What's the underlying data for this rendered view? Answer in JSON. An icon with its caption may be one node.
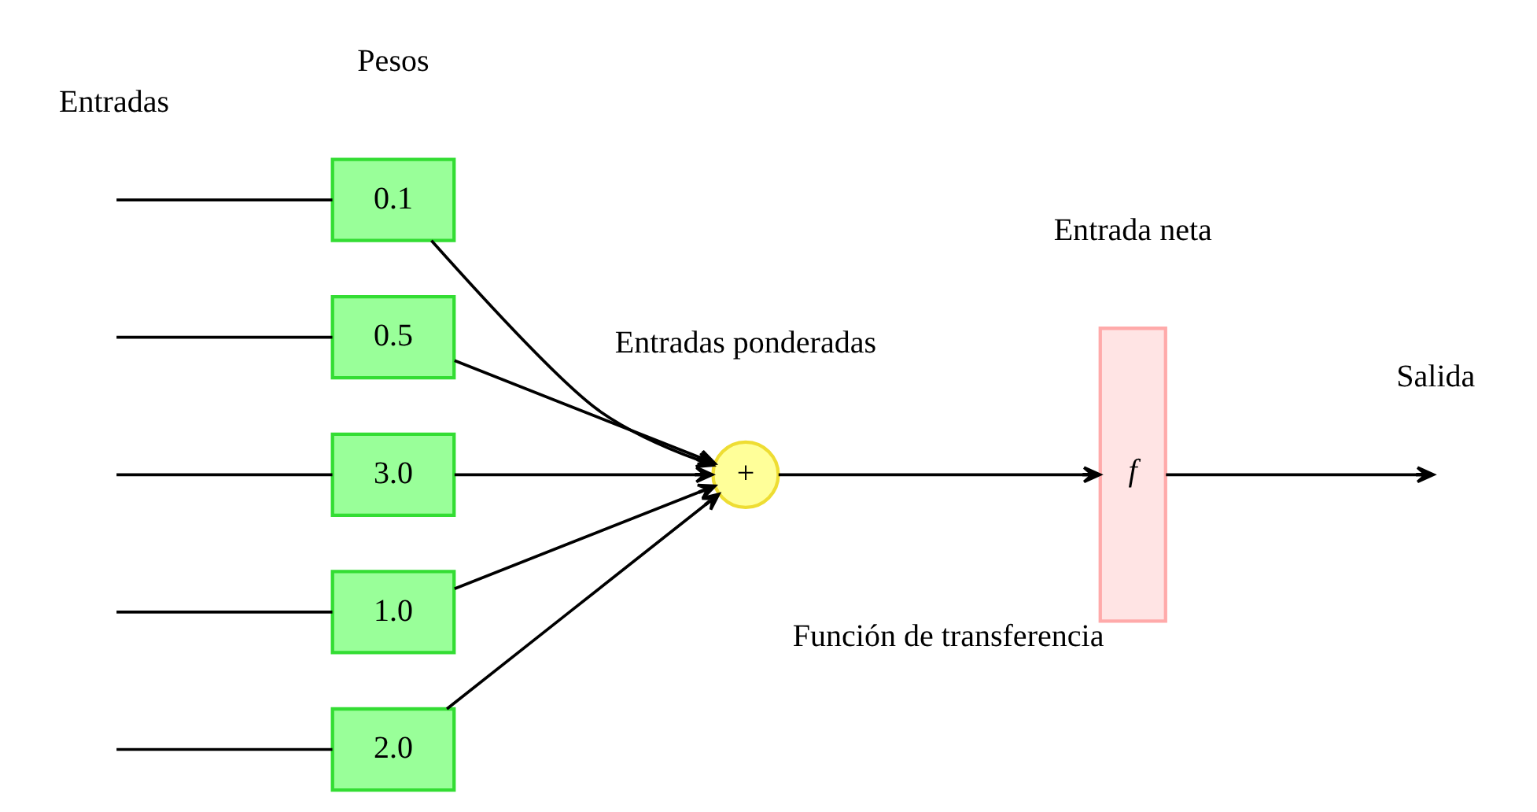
{
  "diagram": {
    "nodes": [
      {
        "text": [
          "2.0"
        ]
      },
      {
        "text": [
          "0.1"
        ]
      },
      {
        "text": [
          "0.5"
        ]
      },
      {
        "text": [
          "3.0"
        ]
      },
      {
        "text": [
          "1.0"
        ]
      },
      {
        "text": [
          "+"
        ]
      },
      {
        "text": [
          "f"
        ],
        "beside": [
          "Función de transferencia"
        ]
      }
    ],
    "edges": [
      {
        "from": null,
        "to": 0,
        "arrow": "none"
      },
      {
        "from": null,
        "to": 1,
        "arrow": "none"
      },
      {
        "from": null,
        "to": 2,
        "arrow": "none"
      },
      {
        "from": null,
        "to": 3,
        "arrow": "none"
      },
      {
        "from": null,
        "to": 4,
        "arrow": "none"
      },
      {
        "from": 0,
        "to": 5,
        "arrow": "to"
      },
      {
        "from": 1,
        "to": 5,
        "arrow": "to"
      },
      {
        "from": 2,
        "to": 5,
        "arrow": "to"
      },
      {
        "from": 3,
        "to": 5,
        "arrow": "to"
      },
      {
        "from": 4,
        "to": 5,
        "arrow": "to"
      },
      {
        "from": 5,
        "to": 6,
        "arrow": "to"
      },
      {
        "from": 6,
        "to": null,
        "arrow": "to"
      }
    ],
    "labels": [
      "Entradas",
      "Pesos",
      "Entradas ponderadas",
      "Entrada neta",
      "Salida"
    ]
  }
}
